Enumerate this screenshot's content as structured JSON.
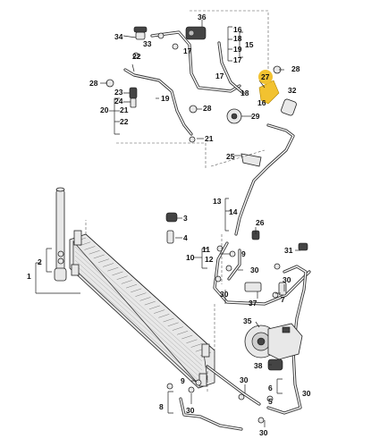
{
  "callouts": [
    {
      "id": "c36",
      "text": "36"
    },
    {
      "id": "c34",
      "text": "34"
    },
    {
      "id": "c33",
      "text": "33"
    },
    {
      "id": "c16a",
      "text": "16"
    },
    {
      "id": "c18a",
      "text": "18"
    },
    {
      "id": "c19a",
      "text": "19"
    },
    {
      "id": "c17a",
      "text": "17"
    },
    {
      "id": "c15",
      "text": "15"
    },
    {
      "id": "c17b",
      "text": "17"
    },
    {
      "id": "c22a",
      "text": "22"
    },
    {
      "id": "c17c",
      "text": "17"
    },
    {
      "id": "c28a",
      "text": "28"
    },
    {
      "id": "c27",
      "text": "27"
    },
    {
      "id": "c28b",
      "text": "28"
    },
    {
      "id": "c32",
      "text": "32"
    },
    {
      "id": "c23",
      "text": "23"
    },
    {
      "id": "c24",
      "text": "24"
    },
    {
      "id": "c19b",
      "text": "19"
    },
    {
      "id": "c18b",
      "text": "18"
    },
    {
      "id": "c16b",
      "text": "16"
    },
    {
      "id": "c20",
      "text": "20"
    },
    {
      "id": "c21a",
      "text": "21"
    },
    {
      "id": "c22b",
      "text": "22"
    },
    {
      "id": "c28c",
      "text": "28"
    },
    {
      "id": "c29",
      "text": "29"
    },
    {
      "id": "c21b",
      "text": "21"
    },
    {
      "id": "c25",
      "text": "25"
    },
    {
      "id": "c13",
      "text": "13"
    },
    {
      "id": "c14",
      "text": "14"
    },
    {
      "id": "c3",
      "text": "3"
    },
    {
      "id": "c4",
      "text": "4"
    },
    {
      "id": "c26",
      "text": "26"
    },
    {
      "id": "c11",
      "text": "11"
    },
    {
      "id": "c12",
      "text": "12"
    },
    {
      "id": "c10",
      "text": "10"
    },
    {
      "id": "c9a",
      "text": "9"
    },
    {
      "id": "c30a",
      "text": "30"
    },
    {
      "id": "c31",
      "text": "31"
    },
    {
      "id": "c2",
      "text": "2"
    },
    {
      "id": "c1",
      "text": "1"
    },
    {
      "id": "c30b",
      "text": "30"
    },
    {
      "id": "c37",
      "text": "37"
    },
    {
      "id": "c30c",
      "text": "30"
    },
    {
      "id": "c7",
      "text": "7"
    },
    {
      "id": "c35",
      "text": "35"
    },
    {
      "id": "c38",
      "text": "38"
    },
    {
      "id": "c9b",
      "text": "9"
    },
    {
      "id": "c30d",
      "text": "30"
    },
    {
      "id": "c6",
      "text": "6"
    },
    {
      "id": "c5",
      "text": "5"
    },
    {
      "id": "c8",
      "text": "8"
    },
    {
      "id": "c30e",
      "text": "30"
    },
    {
      "id": "c30f",
      "text": "30"
    },
    {
      "id": "c30g",
      "text": "30"
    }
  ],
  "highlight_color": "#f2c230"
}
